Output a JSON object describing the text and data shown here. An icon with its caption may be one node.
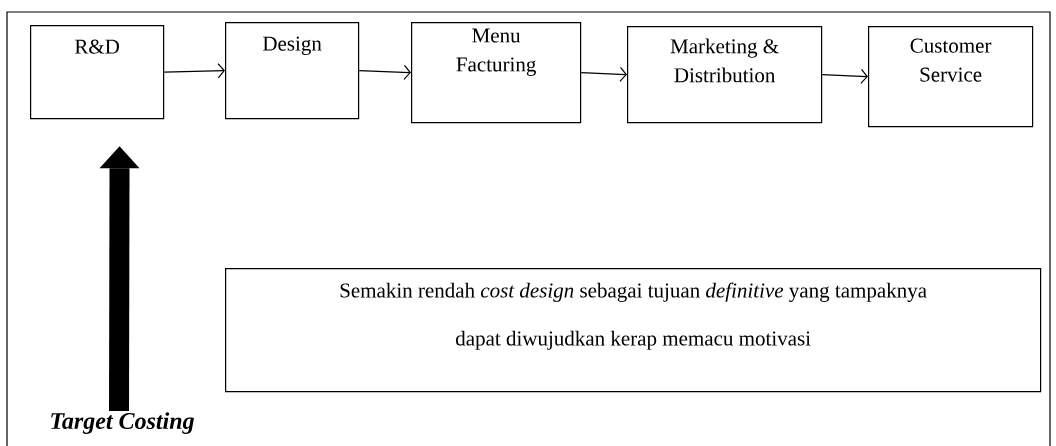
{
  "diagram": {
    "nodes": [
      {
        "text": [
          "R&D"
        ]
      },
      {
        "text": [
          "Design"
        ]
      },
      {
        "text": [
          "Menu Facturing"
        ]
      },
      {
        "text": [
          "Marketing & Distribution"
        ]
      },
      {
        "text": [
          "Customer Service"
        ]
      },
      {
        "text": [
          "Semakin rendah *cost design* sebagai tujuan *definitive* yang tampaknya dapat diwujudkan kerap memacu motivasi"
        ]
      },
      {
        "text": [
          "Target Costing"
        ]
      }
    ],
    "edges": [
      {
        "from": 0,
        "to": 1,
        "arrow": "to"
      },
      {
        "from": 1,
        "to": 2,
        "arrow": "to"
      },
      {
        "from": 2,
        "to": 3,
        "arrow": "to"
      },
      {
        "from": 3,
        "to": 4,
        "arrow": "to"
      },
      {
        "from": 6,
        "to": 0,
        "arrow": "to",
        "style": "thick"
      }
    ]
  }
}
